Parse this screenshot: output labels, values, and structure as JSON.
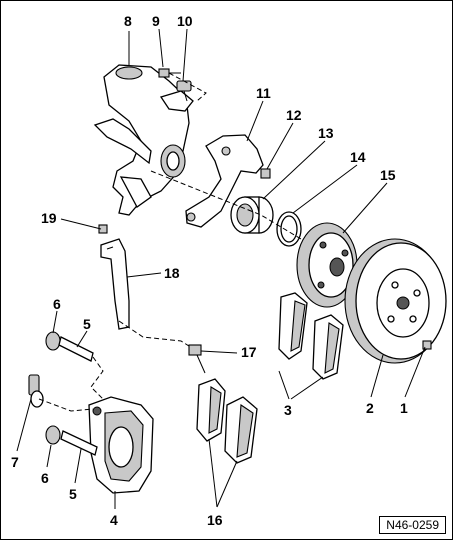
{
  "diagram": {
    "reference_code": "N46-0259",
    "callouts": [
      {
        "id": "1",
        "label": "1"
      },
      {
        "id": "2",
        "label": "2"
      },
      {
        "id": "3",
        "label": "3"
      },
      {
        "id": "4",
        "label": "4"
      },
      {
        "id": "5a",
        "label": "5"
      },
      {
        "id": "5b",
        "label": "5"
      },
      {
        "id": "6a",
        "label": "6"
      },
      {
        "id": "6b",
        "label": "6"
      },
      {
        "id": "7",
        "label": "7"
      },
      {
        "id": "8",
        "label": "8"
      },
      {
        "id": "9",
        "label": "9"
      },
      {
        "id": "10",
        "label": "10"
      },
      {
        "id": "11",
        "label": "11"
      },
      {
        "id": "12",
        "label": "12"
      },
      {
        "id": "13",
        "label": "13"
      },
      {
        "id": "14",
        "label": "14"
      },
      {
        "id": "15",
        "label": "15"
      },
      {
        "id": "16",
        "label": "16"
      },
      {
        "id": "17",
        "label": "17"
      },
      {
        "id": "18",
        "label": "18"
      },
      {
        "id": "19",
        "label": "19"
      }
    ]
  }
}
